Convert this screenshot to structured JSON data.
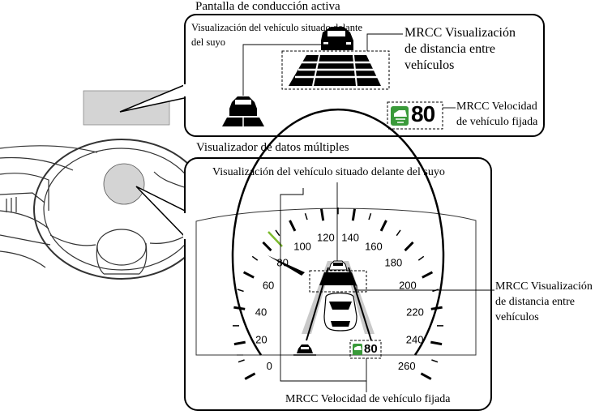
{
  "top_panel": {
    "title": "Pantalla de conducción activa",
    "lead_vehicle_label_line1": "Visualización del vehículo situado delante",
    "lead_vehicle_label_line2": "del suyo",
    "distance_label_line1": "MRCC Visualización",
    "distance_label_line2": "de distancia entre",
    "distance_label_line3": "vehículos",
    "speed_label_line1": "MRCC Velocidad",
    "speed_label_line2": "de vehículo fijada",
    "set_speed": "80"
  },
  "bottom_panel": {
    "title": "Visualizador de datos múltiples",
    "lead_vehicle_label": "Visualización del vehículo situado delante del suyo",
    "distance_label_line1": "MRCC Visualización",
    "distance_label_line2": "de distancia entre",
    "distance_label_line3": "vehículos",
    "speed_label": "MRCC Velocidad de vehículo fijada",
    "set_speed": "80",
    "speedometer_ticks": [
      "0",
      "20",
      "40",
      "60",
      "80",
      "100",
      "120",
      "140",
      "160",
      "180",
      "200",
      "220",
      "240",
      "260"
    ],
    "set_speed_marker_color": "#7dbb2f"
  },
  "colors": {
    "cruise_icon_green": "#3a9a3a",
    "hud_gray": "#d4d4d4",
    "gauge_gray": "#dcdcdc"
  }
}
